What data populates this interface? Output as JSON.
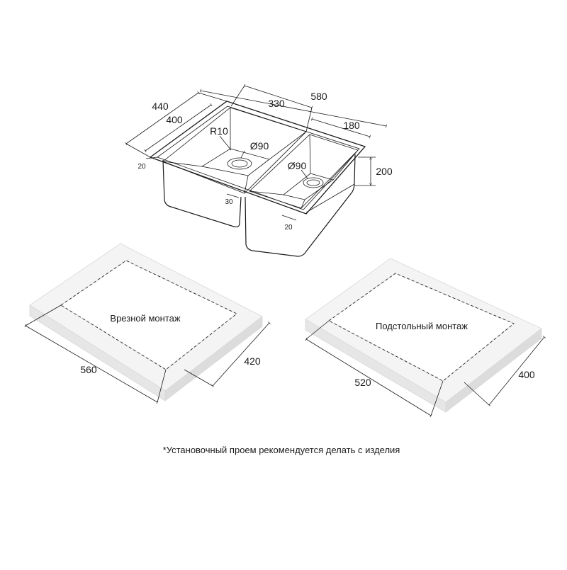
{
  "sink": {
    "dims": {
      "d440": "440",
      "d400": "400",
      "d330": "330",
      "d580": "580",
      "d180": "180",
      "d200": "200",
      "r10": "R10",
      "dia90_left": "Ø90",
      "dia90_right": "Ø90",
      "d20_left": "20",
      "d30": "30",
      "d20_right": "20"
    }
  },
  "cutouts": {
    "inset": {
      "label": "Врезной монтаж",
      "width": "560",
      "depth": "420"
    },
    "undermount": {
      "label": "Подстольный монтаж",
      "width": "520",
      "depth": "400"
    }
  },
  "footnote": "*Установочный проем рекомендуется делать с изделия",
  "colors": {
    "line": "#1a1a1a",
    "slab_top": "#f4f4f4",
    "slab_side": "#e6e6e6",
    "slab_edge": "#d9d9d9"
  }
}
